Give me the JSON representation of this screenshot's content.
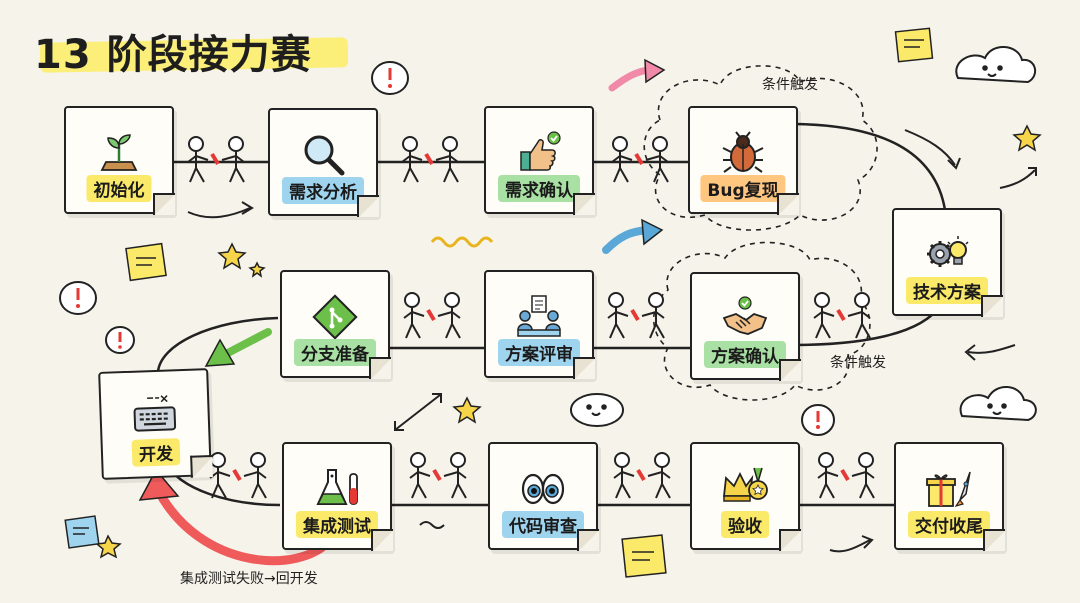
{
  "title": "13 阶段接力赛",
  "stages": [
    {
      "id": "init",
      "label": "初始化",
      "highlight": "#fbe96a",
      "icon": "seedling-icon"
    },
    {
      "id": "req-analysis",
      "label": "需求分析",
      "highlight": "#9fd4ef",
      "icon": "magnifier-icon"
    },
    {
      "id": "req-confirm",
      "label": "需求确认",
      "highlight": "#a9e0a3",
      "icon": "thumbs-up-icon"
    },
    {
      "id": "bug-repro",
      "label": "Bug复现",
      "highlight": "#ffc680",
      "icon": "bug-icon"
    },
    {
      "id": "tech-plan",
      "label": "技术方案",
      "highlight": "#fbe96a",
      "icon": "gear-bulb-icon"
    },
    {
      "id": "plan-confirm",
      "label": "方案确认",
      "highlight": "#a9e0a3",
      "icon": "handshake-icon"
    },
    {
      "id": "plan-review",
      "label": "方案评审",
      "highlight": "#9fd4ef",
      "icon": "meeting-icon"
    },
    {
      "id": "branch-prep",
      "label": "分支准备",
      "highlight": "#a9e0a3",
      "icon": "git-icon"
    },
    {
      "id": "develop",
      "label": "开发",
      "highlight": "#fbe96a",
      "icon": "keyboard-icon"
    },
    {
      "id": "integration-test",
      "label": "集成测试",
      "highlight": "#fbe96a",
      "icon": "flask-icon"
    },
    {
      "id": "code-review",
      "label": "代码审查",
      "highlight": "#9fd4ef",
      "icon": "eyes-icon"
    },
    {
      "id": "acceptance",
      "label": "验收",
      "highlight": "#fbe96a",
      "icon": "crown-medal-icon"
    },
    {
      "id": "delivery",
      "label": "交付收尾",
      "highlight": "#fbe96a",
      "icon": "gift-rocket-icon"
    }
  ],
  "notes": {
    "conditional_top": "条件触发",
    "conditional_mid": "条件触发",
    "feedback": "集成测试失败→回开发"
  },
  "colors": {
    "line": "#222222",
    "feedback_arrow": "#ef5b5b",
    "green_arrow": "#6cc04a",
    "blue_arrow": "#5aa8d8",
    "pink_arrow": "#f08aa8"
  }
}
